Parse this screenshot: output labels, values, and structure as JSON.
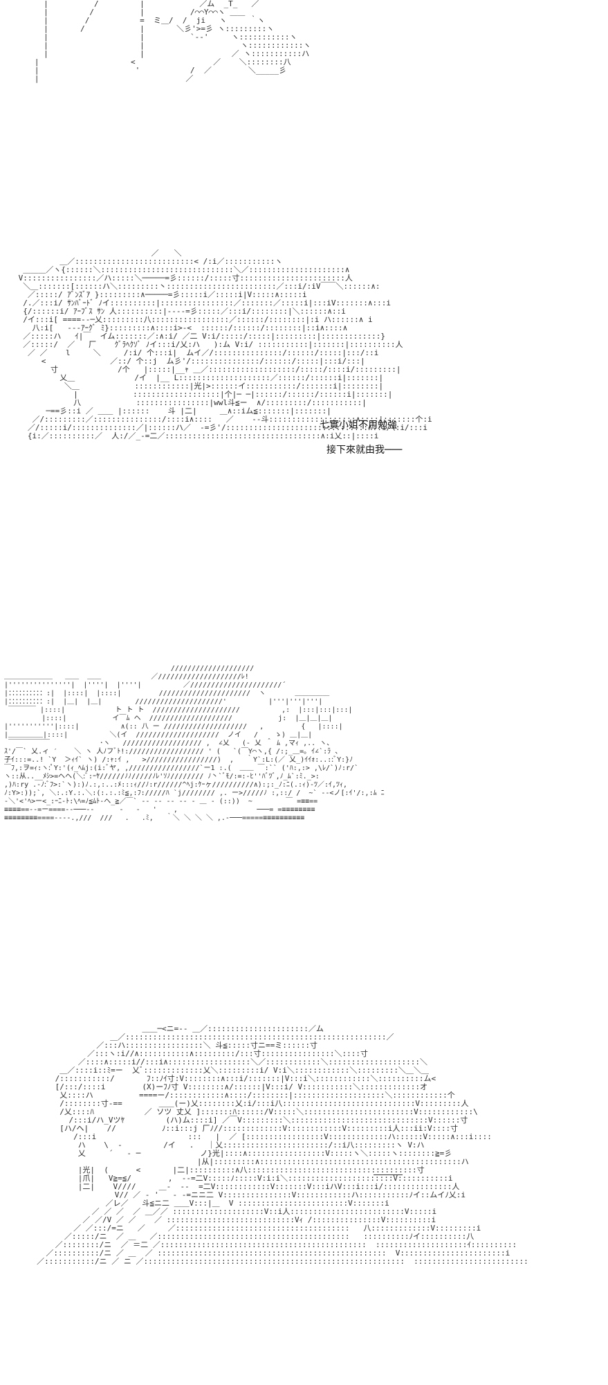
{
  "page": {
    "panel_1": {
      "art": "     |          /         |            ／ム  _T_   ／\n     |         /          |          /⌒⌒Y⌒⌒ヽ ＿＿\n     |        /           =  ミ＿/  /  ji   ヽ     ｀ヽ\n     |       /            |       ＼彡'>=彡 ヽ:::::::::ヽ\n     |                    |          `-‐'     ヽ:::::::::::ヽ\n     |                    |                     ヽ::::::::::::ヽ\n     |                    |                   ／ ヽ:::::::::::ハ\n   |                    <                 ／    ＼::::::::八\n   |                     '           /  ／        ＼_____彡\n   |                                ／"
    },
    "panel_2": {
      "art": "                              ／￣￣＼\n          ＿／::::::::::::::::::::::::::< /:i／:::::::::::ヽ\n  ＿＿＿／ヽ{::::::＼:::::::::::::::::::::::::::::＼／:::::::::::::::::::::∧\n V::::::::::::::::／ハ:::::＼─────=彡::::::/:::::寸:::::::::::::::::::::::人\n  ＼＿:::::::[::::::ハ＼:::::::::丶::::::::::::::::::::::::／:::i/:iV￣￣＼::::::∧:\n   ／:::::/ ｱﾞﾝｽﾞｱ }:::::::::∧─────=彡:::::i／:::::i|V:::::∧:::::i\n  /.／:::i/ ｻﾝﾊﾞｰﾄﾞ ﾉイ::::::::::|::::::::::::::::／:::::::／:::::i|:::iV:::::::∧:::i\n  {/::::::i/ ｱｰﾌﾞｽ ｻﾝ 人::::::::::|‐‐‐‐=彡:::::／:::i/::::::::|＼::::::∧::i\n  /イ:::i[ ====‐‐─乂:::::::::八:::::::::::::::::／::::::/::::::::|:i ハ::::::∧ i\n    八:i[   ‐‐‐ｱｰｸﾞ ﾐ}:::::::::∧::::i>‐<  ::::::/::::::/::::::::|::i∧::::∧\n  ／:::::ハ   ｲ|￣  イム:::::::／:∧:i/ ／二 V:i/:::::/:::::|:::::::::|:::::::::::::}\n  ／:::::/  ／   厂    ｸﾞﾗﾍｸｿﾞ ﾉイ:::i/乂:ハ   ):ム V:i/ :::::::::::|:::::::|::::::::::人\n   ／ ／    l     ＼     /:i/ 个:::i|  ムイ／/:::::::::::::::/::::::/:::::|:::/::i\n      <              ／::/ 个::j  ム彡'/:::::::::::::::/::::::/:::::|:::i/:::|\n        寸             /个   |:::::|__ｬ ＿／:::::::::::::::::::/:::::/::::i/:::::::::|\n          乂＿             /イ  |__ L::::::::::::::::::::／::::::/::::::i|:::::::|\n           ＼＿            ::::::::::::|光|>::::::イ:::::::::::/:::::::i|::::::::|\n             |            :::::::::::::::::::|个|─ ─|::::::/::::::/::::::i|:::::::|\n             八            ::::::::::::::::|wwl斗≦ー  ∧/:::::::::/:::::::::::|\n       ─==彡::i ／ ＿＿ |::::::    斗 |二|     ＿∧::iム≦:::::::|:::::::|\n    ／/:::::::::／:::::::::::::::/::::i∧::::   ／    ‐‐斗:::::::::::::::::::∧::::|:::::::个:i\n   ／/:::::i/::::::::::::::／|::::::ハ／  ‐=彡'/:::::::::::::::::::::::::::::::∧::i/\\:i/:::i\n   {i:／::::::::::／  人:/／_‐=二／::::::::::::::::::::::::::::::::::∧:i乂::|::::i"
    },
    "caption_1": "七實小姐不用勉強",
    "caption_2": "接下來就由我───",
    "panel_3": {
      "art": "                                         ////////////////////\n ＿＿＿＿＿＿＿   ＿＿  ＿＿            ／////////////////////ﾚ!\n |'''''''''''''''|  |''''|  |''''|          ／//////////////////////´\n |：：：：：：：：：：:|  |::::|  |::::|         //////////////////////  ヽ       ＿＿＿＿＿\n |：：：：：：：：：：:|  |＿|  |＿|        /////////////////////'          |'''|'''|'''|\n  ￣￣￣￣ |::::|            ト ト ト  /////////////////////          ,:  |:::|:::|:::|\n          |::::|           イ￣ﾑ ヘ  ////////////////////           j:  |＿|＿|＿|\n |'''''''''''|::::|          ∧(:: 八 ー ////////////////////   ,         {   |::::|\n |＿＿＿＿＿|::::|          ＼(イ  ////////////////////  ノイ   /    ゝ) ＿|＿|\n  ￣￣￣￣￣￣            ･ヽ   /////////////////// ,  ∠乂   (‐ 乂 ＾ ﾑ ,マｨ ,.. ヽ、\n ｽ'/￣` 乂.ィ ′    ＼ ヽ 人ﾉフﾞﾄ!:////////////////// ' (   `(￣Y⌒ヽ,{ /:;_＿=｡ ｲ∠`:ﾗ 、\n 子ｲ:::=..! `Y  ＞ｨｲ` ヽ) /:ｬ:ｲ ,   >/////////////////)  ,   ｀Y`:L:(／ 乂_)ｲｲｫ:..::ﾞY:}ﾉ\n ￣ﾌ,:ヲ=ｨ:ヽ:ﾟY:'(ｨ_ﾍﾑj:(i:ﾞヤ, ,/////////////////`ー1 :.(  ＿＿ ￣:`` ('ﾊ:,:> ,\\ﾚ/`)ﾉ:r/`\n ヽ::从..__ﾒｼ>=ヘヘ(＼:ﾞ:ｰﾔ//////ﾉﾉ/////ﾉﾚ'ｿﾉ//////// ﾉ丶`ﾞﾓ/:=:-ﾋ''ﾊﾞﾂﾞ,ﾉ_ﾑ`:ﾐ._>:\n ,)ﾊ:ry .-ﾉ:ﾞﾌ>:`ヽ):)ﾉ.:,:..:ﾒ:::ｨ//ﾉ:r//////^ﾍj:ｹｰヶ//////////∧):;:_ﾉ:ﾆ(.:ｨ)‐ﾂ／:ｲ,ﾂｨ,\n ﾉ:Y>:));`, ＼:.:Y.:.＼:(:.:.:ﾐ≦,:ﾌ://///ﾊ `j//////// ,. ー>/////ﾉ :,::/ /  ~` ‐‐<ノ[:ｲ'/:,:ﾑ ﾆ\n -＼'<'ﾍ>ー<_:ｰﾆ‐ﾄ:\\ﾍ=ﾉ≦ﾑﾄ‐へ_≧／￣` ‐‐ ‐‐ ‐‐ ‐‐ ‐ ＿ ‐ (::))  ~        ￣ =≡≡==\n ≡≡≡≡==‐‐=ー====‐‐───--      ‐   ‐   '    ,                   ───= =≡≡≡≡≡≡≡≡\n ≡≡≡≡≡≡≡≡====‐‐‐-.,///  ///   .   .ﾐ,   ｀＼ ＼ ＼ ＼ ,.‐───=====≡≡≡≡≡≡≡≡≡≡"
    },
    "panel_4": {
      "art": "                            ＿＿─<ニ=-- ＿／::::::::::::::::::::::／ム\n                     ＿／:::::::::::::::::::::::::::::::::::::::::::::::::::::::::／\n                  ／:::ハ:::::::::::::::::＼ 斗≦:::::寸ニ==ミ::::::寸\n                ／:::ヽ:i//∧:::::::::::∧:::::::::/:::寸::::::::::::::::＼::::寸\n              ／::::∧:::::i//:::i∧::::::::::::::::::＼／::::::::::::＼::::::::::::::::::::＼\n          ＿／::::i::ﾐ=ー  乂ﾞ:::::::::::::乂＼:::::::::i/ V:i＼::::::::::::＼:::::::::＼＿＼＿\n         /:::::::::::/       ﾌ::ﾉｲ寸:V::::::::∧:::i/:::::::|V:::i＼::::::::::::＼::::::::::ム<\n         [/:::/::::i        (X)ーﾌﾉ寸 V::::::::∧/::::::|V:::i/ V:::::::::::＼:::::::::::::オ\n          乂::::ハ          ====ー/::::::::::::∧::::/::::::::|::::::::::::::::::::＼::::::::::::个\n          /::::::::寸‐==        ＿＿(ー)乂::::::::乂:i/:::i八:::::::::::::::::::::::::::::V:::::::::人\n          /乂::::ﾊ           ／ ソツ 丈乂 ]:::::::ﾊ::::::/V:::::＼::::::::::::::::::::::::V::::::::::::\\\n            /:::i/ハ_Vツﾔ         (ハ)ム::::i] ／￣V:::::::::＼::::::::::::::::::::::::::::::V::::::寸\n          [ハ/ヘ|    //          ﾉ::i:::j 厂ﾉ//:::::::::::::V::::::::::::V:::::::::i人:::ii:V::::寸\n             /:::i                    :::   |  ／ [:::::::::::::::::V:::::::::::::ハ::::::V:::::∧:::i::::\n              ハ    \\  ‐         /イ   .   ｜乂:::::::::::::::::::::::/::i八:::::::::ヽ V:ハ\n              乂     ´   ‐ ─             ノ}光|::::∧:::::::::::::::::V:::::ヽ＼:::::ヽ::::::::≧=彡\n                                        |从|:::::::::∧::::::::::::::::::::::::::::::::::::::::::::ハ\n              |光|  (      <       |二|::::::::::∧八:::::::::::::::::::::::::::::::::::::寸\n              |爪|   V≧=≦/        ,  ‐‐=二V:::::ﾉ:::::V:i:i＼:::::::::::::::::::::::V:::::::::::i\n              |二|    V////     ＿‐  ‐‐  =二V::::::::::::V:::::::V:::iハV:::i:::i/:::::::::::::::人\n                      V// ／ ‐ '   ‐ ‐=ニニ二 V:::::::::::::::V::::::::::::ハ:::::::::::ﾉイ::ムイﾉ乂:i\n                    ／レ／   斗≦ニ二 ＿＿V:::|＿  V ::::::::::::::::::::::::V:::::::i\n                 ／ ／ ／  ／ ＿／／ ::::::::::::::::::::V::i人:::::::::::::::::::::::::V:::::i\n               ／ ／/V ／ ／    ／ ::::::::::::::::::::::::::::Vｨ /:::::::::::::::V::::::::::i\n             ／ ／:::/=ニ   ／     ／::::::::::::::::::::::::::::::::::::::   八:::::::::::::V:::::::::i\n           ／:::::/ニ  ／ ＿   ／::::::::::::::::::::::::::::::::::::::::::   ::::::::::ﾉイ::::::::::八\n         ／::::::::/ニ  ／ ＝二 ／:::::::::::::::::::::::::::::::::::::::::::::  ::::::::::::::::::::ｲ::::::::::\n       ／::::::::::/ニ ／ ＿  ／ ::::::::::::::::::::::::::::::::::::::::::::::::::  V:::::::::::::::::::::::i\n     ／:::::::::::/ニ ／ ニ ／:::::::::::::::::::::::::::::::::::::::::::::::::::::::::  :::::::::::::::::::::::::"
    }
  }
}
